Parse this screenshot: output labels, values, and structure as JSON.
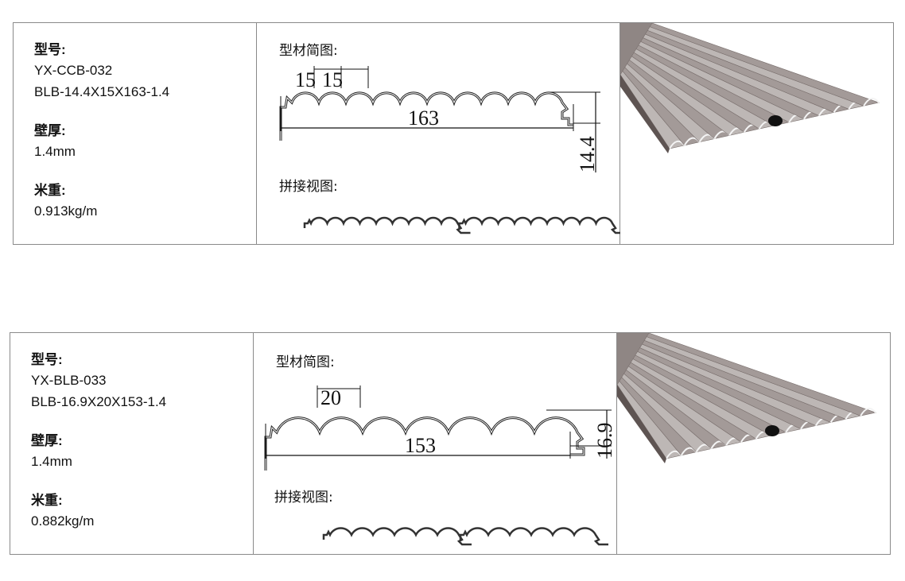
{
  "products": [
    {
      "model_label": "型号:",
      "model_code": "YX-CCB-032",
      "model_spec": "BLB-14.4X15X163-1.4",
      "thickness_label": "壁厚:",
      "thickness_value": "1.4mm",
      "weight_label": "米重:",
      "weight_value": "0.913kg/m",
      "profile_title": "型材简图:",
      "assembly_title": "拼接视图:",
      "dim_pitch_a": "15",
      "dim_pitch_b": "15",
      "dim_width": "163",
      "dim_height": "14.4"
    },
    {
      "model_label": "型号:",
      "model_code": "YX-BLB-033",
      "model_spec": "BLB-16.9X20X153-1.4",
      "thickness_label": "壁厚:",
      "thickness_value": "1.4mm",
      "weight_label": "米重:",
      "weight_value": "0.882kg/m",
      "profile_title": "型材简图:",
      "assembly_title": "拼接视图:",
      "dim_pitch_a": "20",
      "dim_width": "153",
      "dim_height": "16.9"
    }
  ]
}
